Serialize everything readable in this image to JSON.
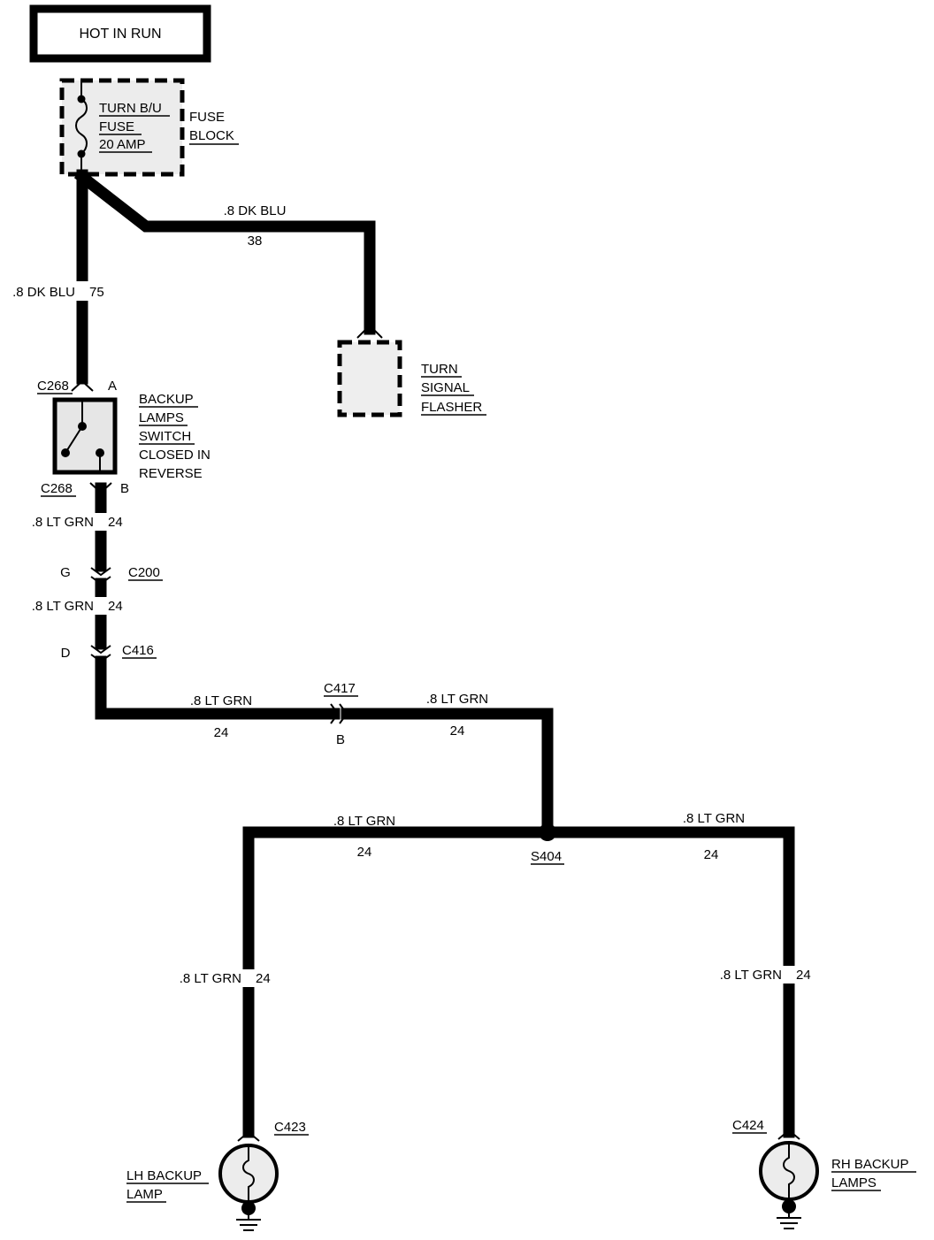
{
  "header": {
    "power_label": "HOT IN RUN"
  },
  "fuse": {
    "name_line1": "TURN B/U",
    "name_line2": "FUSE",
    "rating": "20 AMP",
    "block_line1": "FUSE",
    "block_line2": "BLOCK"
  },
  "wires": {
    "to_flasher": {
      "gauge_color": ".8 DK BLU",
      "circuit": "38"
    },
    "to_switch": {
      "gauge_color": ".8 DK BLU",
      "circuit": "75"
    },
    "switch_to_c200": {
      "gauge_color": ".8 LT GRN",
      "circuit": "24"
    },
    "c200_to_c416": {
      "gauge_color": ".8 LT GRN",
      "circuit": "24"
    },
    "c416_to_c417": {
      "gauge_color": ".8 LT GRN",
      "circuit": "24"
    },
    "c417_to_s404": {
      "gauge_color": ".8 LT GRN",
      "circuit": "24"
    },
    "s404_to_lh_horizontal": {
      "gauge_color": ".8 LT GRN",
      "circuit": "24"
    },
    "s404_to_rh_horizontal": {
      "gauge_color": ".8 LT GRN",
      "circuit": "24"
    },
    "lh_drop": {
      "gauge_color": ".8 LT GRN",
      "circuit": "24"
    },
    "rh_drop": {
      "gauge_color": ".8 LT GRN",
      "circuit": "24"
    }
  },
  "flasher": {
    "line1": "TURN",
    "line2": "SIGNAL",
    "line3": "FLASHER"
  },
  "switch": {
    "line1": "BACKUP",
    "line2": "LAMPS",
    "line3": "SWITCH",
    "line4": "CLOSED IN",
    "line5": "REVERSE",
    "connector_top": "C268",
    "pin_top": "A",
    "connector_bottom": "C268",
    "pin_bottom": "B"
  },
  "connectors": {
    "c200": {
      "name": "C200",
      "pin": "G"
    },
    "c416": {
      "name": "C416",
      "pin": "D"
    },
    "c417": {
      "name": "C417",
      "pin": "B"
    },
    "c423": {
      "name": "C423"
    },
    "c424": {
      "name": "C424"
    }
  },
  "splice": {
    "name": "S404"
  },
  "lamps": {
    "lh": {
      "line1": "LH BACKUP",
      "line2": "LAMP"
    },
    "rh": {
      "line1": "RH BACKUP",
      "line2": "LAMPS"
    }
  }
}
